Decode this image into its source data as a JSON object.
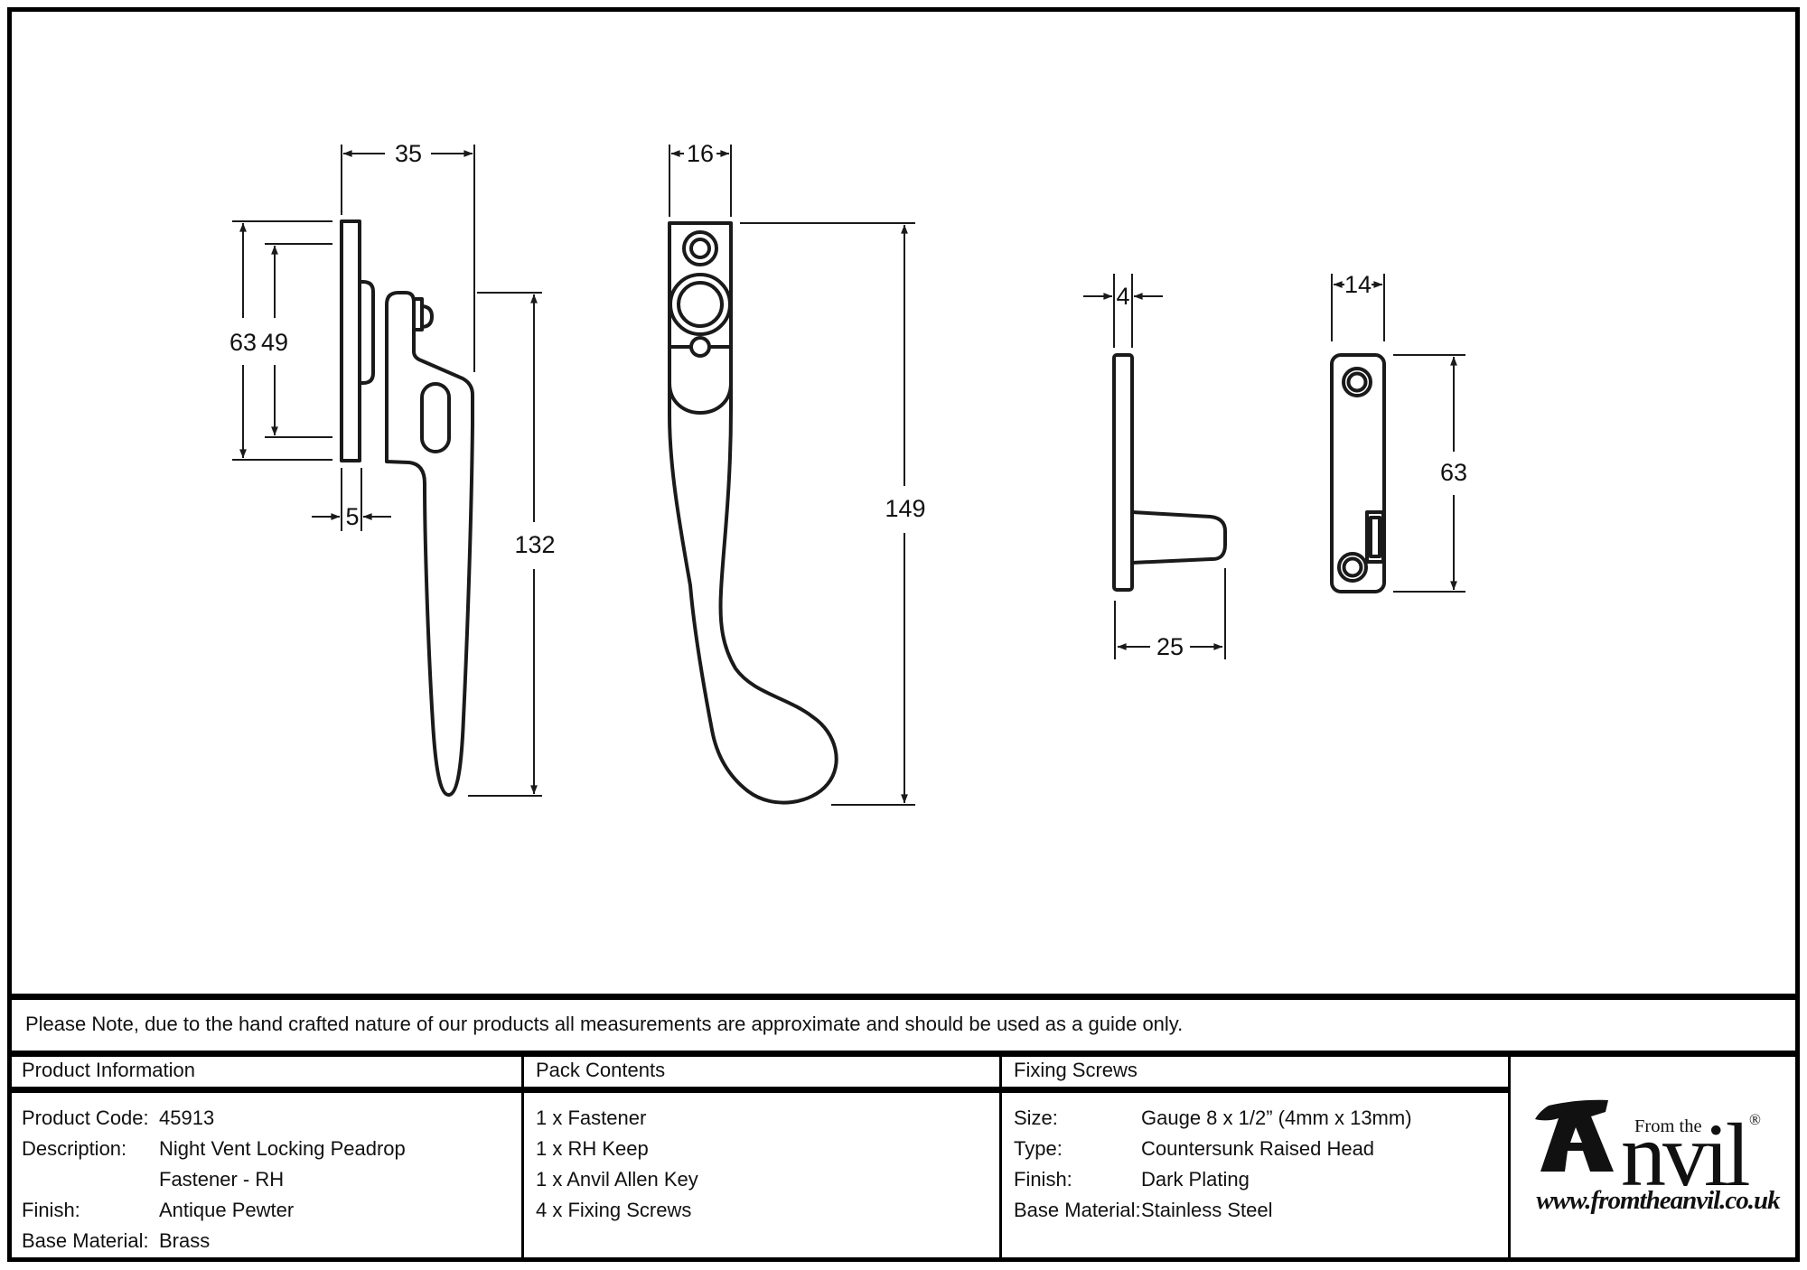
{
  "note": "Please Note, due to the hand crafted nature of our products all measurements are approximate and should be used as a guide only.",
  "drawings": {
    "fastener_side": {
      "dim_width": "35",
      "dim_plate_height": "63",
      "dim_inner_height": "49",
      "dim_plate_thickness": "5",
      "dim_handle_length": "132"
    },
    "fastener_front": {
      "dim_width": "16",
      "dim_height": "149"
    },
    "keep_side": {
      "dim_thickness": "4",
      "dim_depth": "25"
    },
    "keep_front": {
      "dim_width": "14",
      "dim_height": "63"
    }
  },
  "table": {
    "product_information": {
      "header": "Product Information",
      "rows": [
        {
          "label": "Product Code:",
          "value": "45913"
        },
        {
          "label": "Description:",
          "value": "Night Vent Locking Peadrop"
        },
        {
          "label": "",
          "value": "Fastener - RH"
        },
        {
          "label": "Finish:",
          "value": "Antique Pewter"
        },
        {
          "label": "Base Material:",
          "value": "Brass"
        }
      ]
    },
    "pack_contents": {
      "header": "Pack Contents",
      "items": [
        "1 x Fastener",
        "1 x RH Keep",
        "1 x Anvil Allen Key",
        "4 x Fixing Screws"
      ]
    },
    "fixing_screws": {
      "header": "Fixing Screws",
      "rows": [
        {
          "label": "Size:",
          "value": "Gauge 8 x 1/2” (4mm x 13mm)"
        },
        {
          "label": "Type:",
          "value": "Countersunk Raised Head"
        },
        {
          "label": "Finish:",
          "value": "Dark Plating"
        },
        {
          "label": "Base Material:",
          "value": "Stainless Steel"
        }
      ]
    }
  },
  "logo": {
    "brand": "Anvil",
    "prefix": "From the",
    "brand_display_rest": "nvil",
    "registered_mark": "®",
    "website": "www.fromtheanvil.co.uk"
  }
}
